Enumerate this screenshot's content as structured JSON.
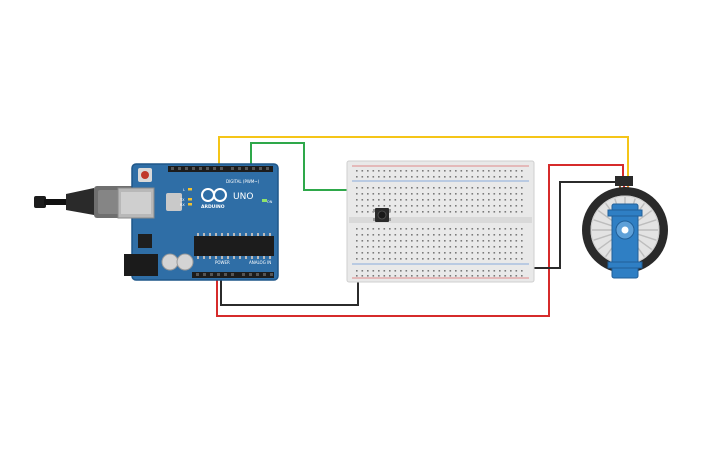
{
  "arduino": {
    "logo_text": "ARDUINO",
    "model_label": "UNO",
    "digital_header_label": "DIGITAL (PWM~)",
    "power_label": "POWER",
    "analog_label": "ANALOG IN",
    "on_label": "ON",
    "tx_label": "TX",
    "rx_label": "RX",
    "l_label": "L"
  },
  "colors": {
    "board": "#2f6ea6",
    "board_edge": "#1f5688",
    "wire_yellow": "#f5c518",
    "wire_green": "#2ea84a",
    "wire_red": "#d62b2b",
    "wire_black": "#2b2b2b",
    "breadboard": "#e9e9e9",
    "servo_body": "#2f7fc4",
    "wheel": "#2a2a2a"
  },
  "components": [
    "arduino-uno",
    "usb-cable",
    "breadboard",
    "pushbutton",
    "servo-with-wheel"
  ]
}
